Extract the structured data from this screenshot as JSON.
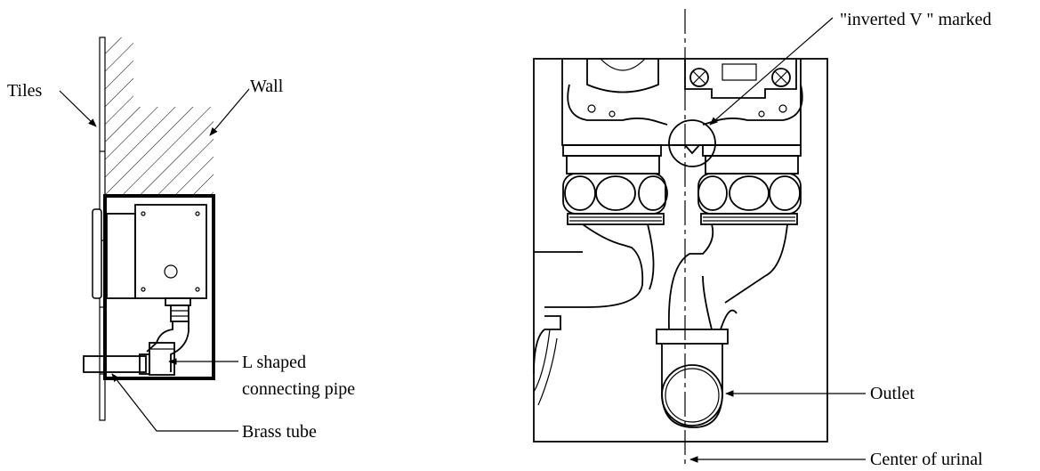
{
  "left_view": {
    "labels": {
      "tiles": "Tiles",
      "wall": "Wall",
      "l_pipe_line1": "L shaped",
      "l_pipe_line2": "connecting pipe",
      "brass_tube": "Brass tube"
    }
  },
  "right_view": {
    "labels": {
      "inverted_v": "\"inverted V \" marked",
      "outlet": "Outlet",
      "center": "Center of urinal"
    }
  }
}
